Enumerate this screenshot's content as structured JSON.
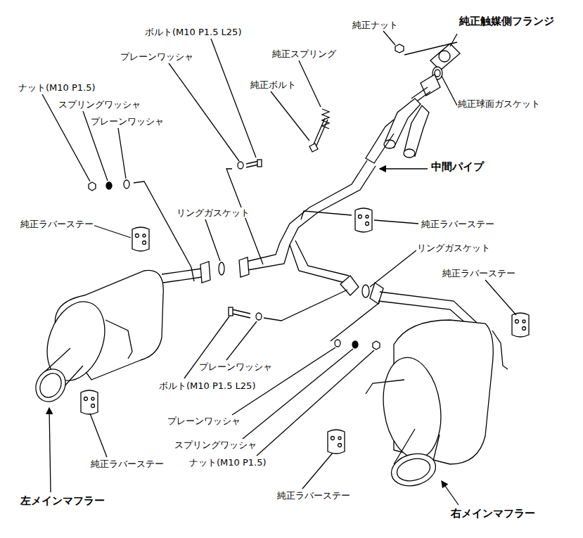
{
  "diagram": {
    "labels": [
      "純正ナット",
      "純正触媒側フランジ",
      "ボルト(M10 P1.5 L25)",
      "純正スプリング",
      "プレーンワッシャ",
      "ナット(M10 P1.5)",
      "純正ボルト",
      "純正球面ガスケット",
      "スプリングワッシャ",
      "プレーンワッシャ",
      "中間パイプ",
      "リングガスケット",
      "純正ラバーステー",
      "純正ラバーステー",
      "リングガスケット",
      "純正ラバーステー",
      "プレーンワッシャ",
      "ボルト(M10 P1.5 L25)",
      "プレーンワッシャ",
      "純正ラバーステー",
      "スプリングワッシャ",
      "ナット(M10 P1.5)",
      "純正ラバーステー",
      "左メインマフラー",
      "右メインマフラー"
    ]
  }
}
